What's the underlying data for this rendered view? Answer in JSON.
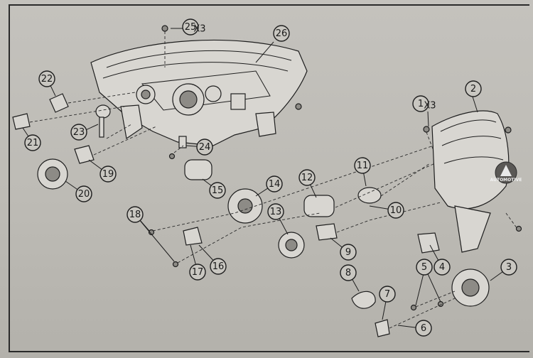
{
  "callouts": [
    {
      "n": "1",
      "mult": "X3"
    },
    {
      "n": "2"
    },
    {
      "n": "3"
    },
    {
      "n": "4"
    },
    {
      "n": "5"
    },
    {
      "n": "6"
    },
    {
      "n": "7"
    },
    {
      "n": "8"
    },
    {
      "n": "9"
    },
    {
      "n": "10"
    },
    {
      "n": "11"
    },
    {
      "n": "12"
    },
    {
      "n": "13"
    },
    {
      "n": "14"
    },
    {
      "n": "15"
    },
    {
      "n": "16"
    },
    {
      "n": "17"
    },
    {
      "n": "18"
    },
    {
      "n": "19"
    },
    {
      "n": "20"
    },
    {
      "n": "21"
    },
    {
      "n": "22"
    },
    {
      "n": "23"
    },
    {
      "n": "24"
    },
    {
      "n": "25",
      "mult": "X3"
    },
    {
      "n": "26"
    }
  ],
  "watermark": {
    "text": "AUTOMOTIVE"
  }
}
